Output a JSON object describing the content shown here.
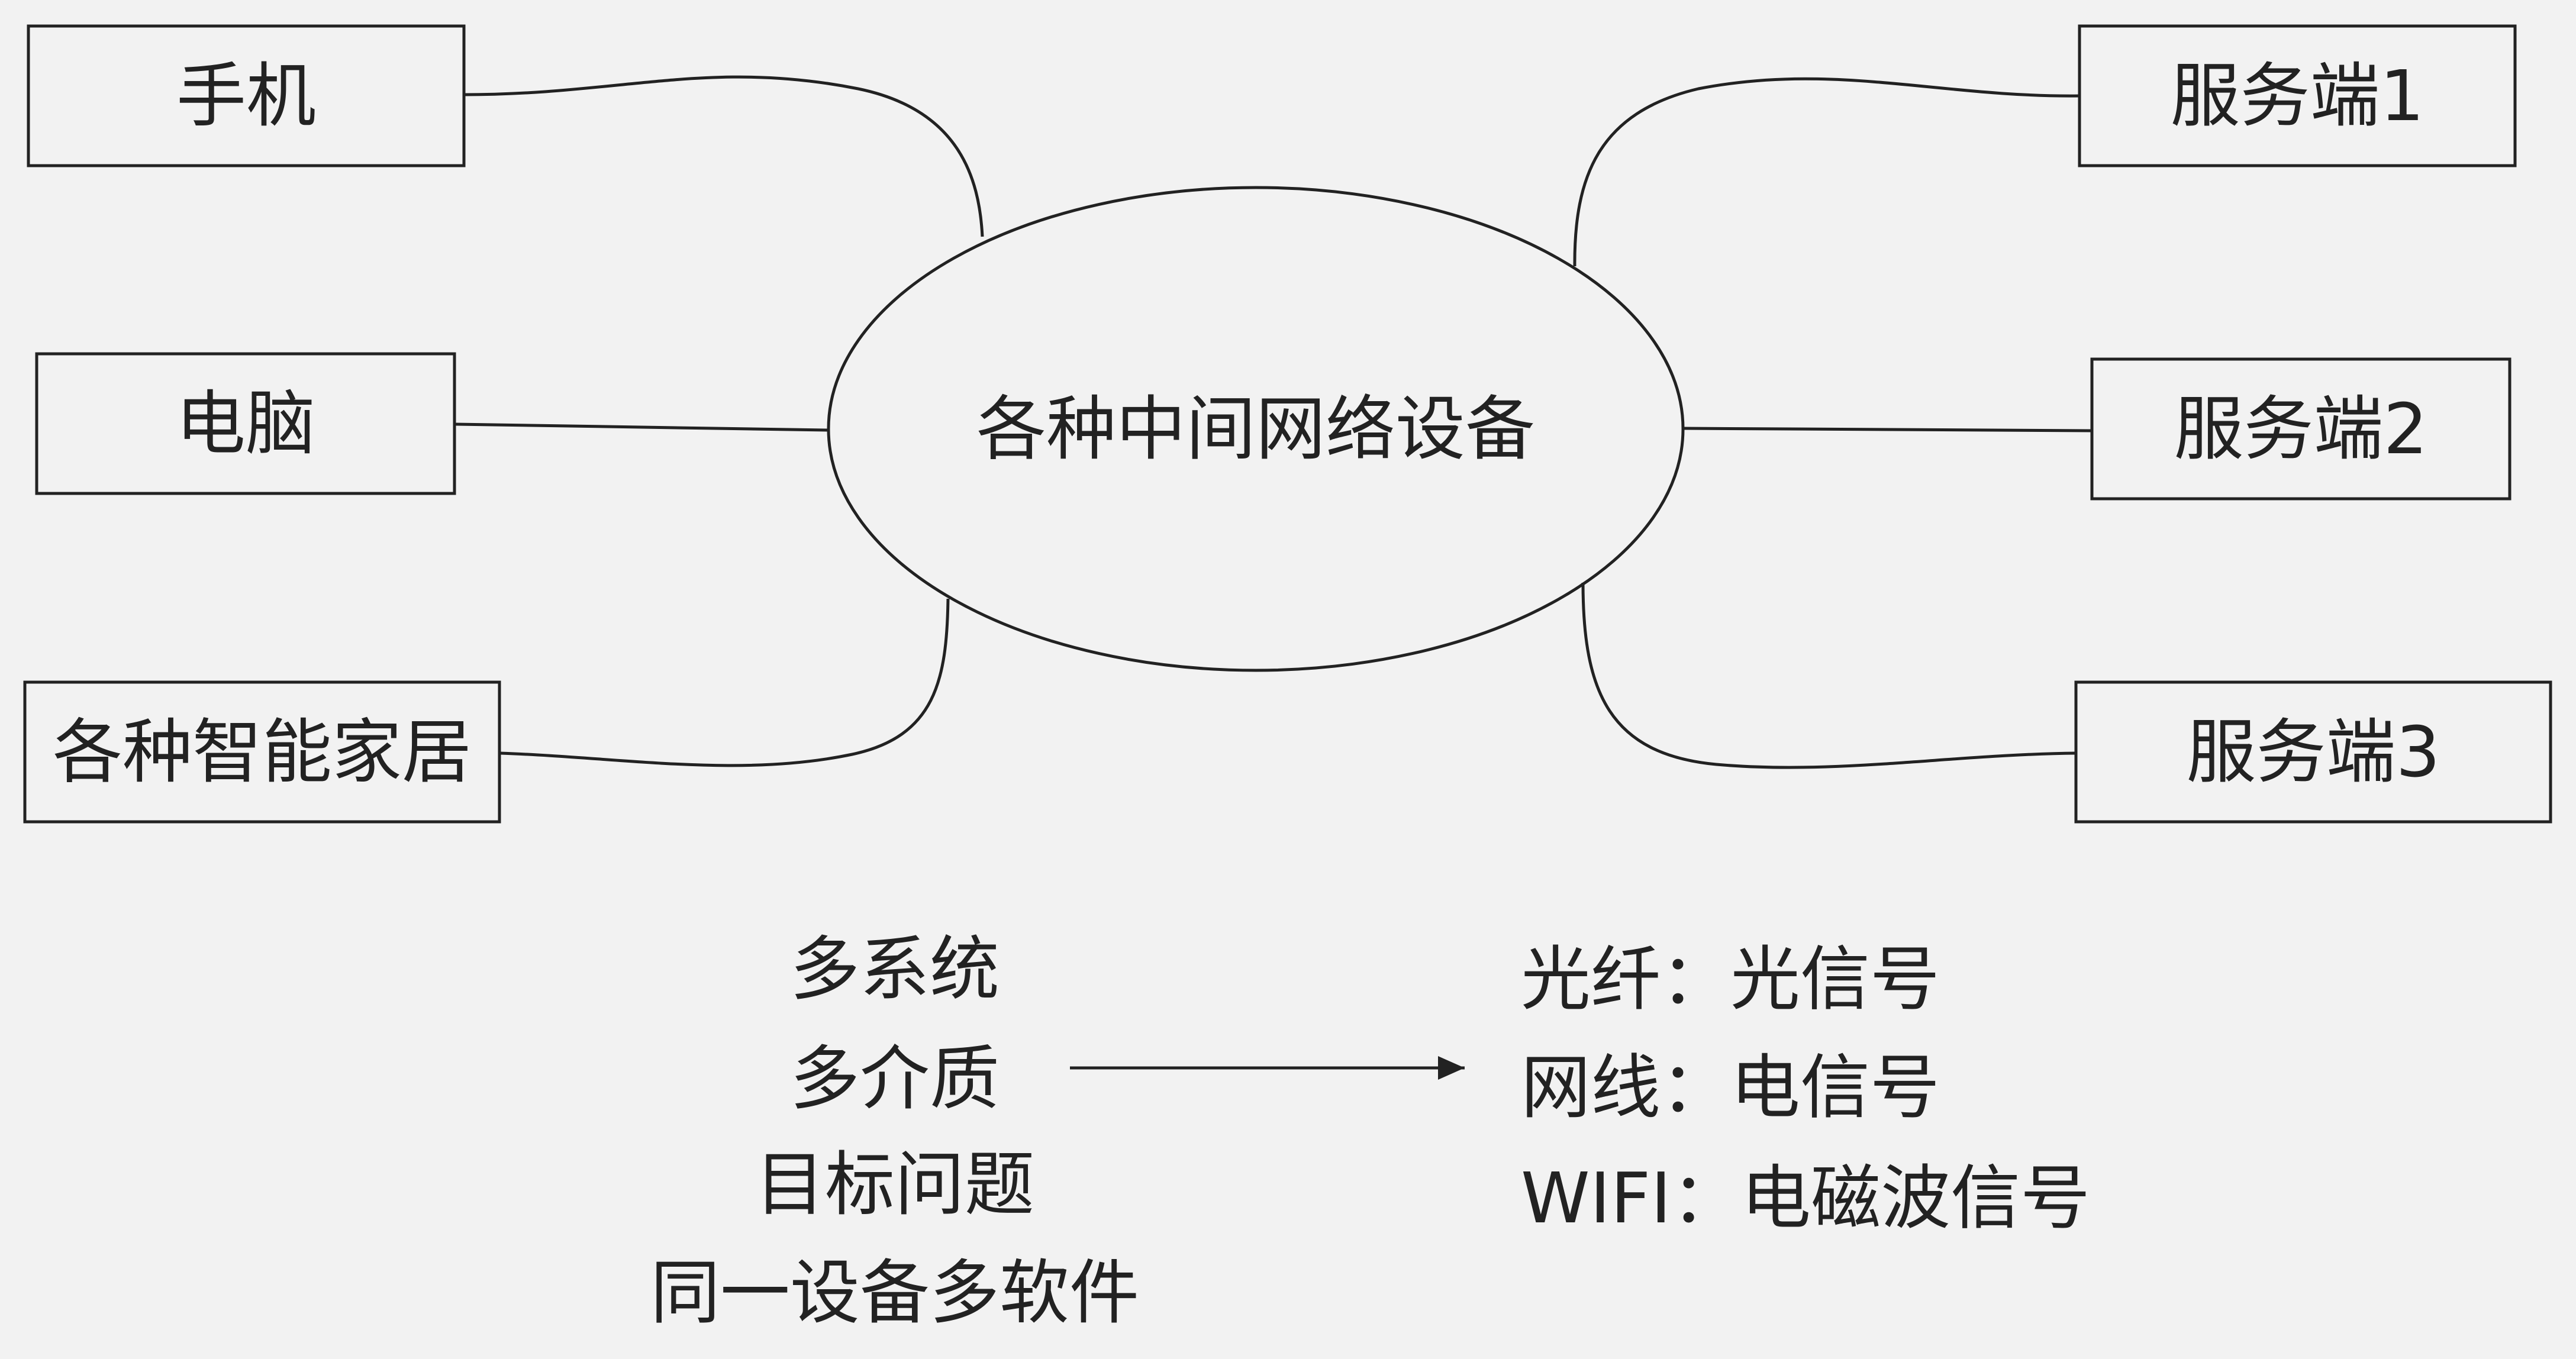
{
  "center": {
    "label": "各种中间网络设备"
  },
  "clients": [
    {
      "label": "手机"
    },
    {
      "label": "电脑"
    },
    {
      "label": "各种智能家居"
    }
  ],
  "servers": [
    {
      "label": "服务端1"
    },
    {
      "label": "服务端2"
    },
    {
      "label": "服务端3"
    }
  ],
  "problems": [
    "多系统",
    "多介质",
    "目标问题",
    "同一设备多软件"
  ],
  "media": [
    "光纤：光信号",
    "网线：电信号",
    "WIFI：电磁波信号"
  ]
}
